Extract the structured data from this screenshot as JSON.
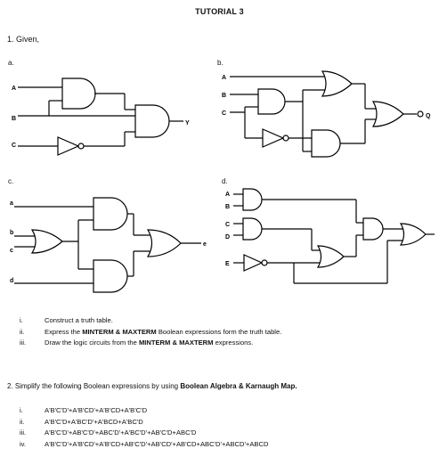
{
  "title": "TUTORIAL 3",
  "q1": {
    "heading": "1. Given,",
    "circuits": {
      "a": {
        "label": "a.",
        "inputs": [
          "A",
          "B",
          "C"
        ],
        "output": "Y"
      },
      "b": {
        "label": "b.",
        "inputs": [
          "A",
          "B",
          "C"
        ],
        "output": "Q"
      },
      "c": {
        "label": "c.",
        "inputs": [
          "a",
          "b",
          "c",
          "d"
        ],
        "output": "e"
      },
      "d": {
        "label": "d.",
        "inputs": [
          "A",
          "B",
          "C",
          "D",
          "E"
        ],
        "output": ""
      }
    },
    "tasks": [
      {
        "num": "i.",
        "text": "Construct a truth table."
      },
      {
        "num": "ii.",
        "pre": "Express the ",
        "b1": "MINTERM & MAXTERM",
        "post": " Boolean expressions form the truth table."
      },
      {
        "num": "iii.",
        "pre": "Draw the logic circuits from the ",
        "b1": "MINTERM & MAXTERM",
        "post": " expressions."
      }
    ]
  },
  "q2": {
    "pre": "2. Simplify the following Boolean expressions by using ",
    "b1": "Boolean Algebra & Karnaugh Map.",
    "items": [
      {
        "num": "i.",
        "expr": "A'B'C'D'+A'B'CD'+A'B'CD+A'B'C'D"
      },
      {
        "num": "ii.",
        "expr": "A'B'C'D+A'BC'D'+A'BCD+A'BC'D"
      },
      {
        "num": "iii.",
        "expr": "A'B'C'D'+AB'C'D'+ABC'D'+A'BC'D'+AB'C'D+ABC'D"
      },
      {
        "num": "iv.",
        "expr": "A'B'C'D'+A'B'CD'+A'B'CD+AB'C'D'+AB'CD'+AB'CD+ABC'D'+ABCD'+ABCD"
      }
    ]
  }
}
